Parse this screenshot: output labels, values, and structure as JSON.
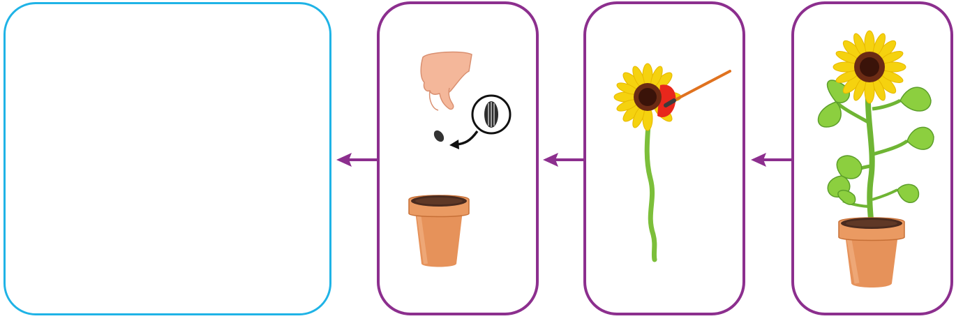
{
  "diagram": {
    "type": "life-cycle-sequence",
    "stages": [
      {
        "icon": "blank-answer-box"
      },
      {
        "icon": "sowing-seed-in-pot-icon"
      },
      {
        "icon": "pollinating-sunflower-with-brush-icon"
      },
      {
        "icon": "grown-sunflower-in-pot-icon"
      }
    ],
    "arrow_direction": "right-to-left",
    "colors": {
      "answer_border": "#1fb3e6",
      "stage_border": "#8c2f8e",
      "arrow": "#8c2f8e",
      "petal": "#f5d20f",
      "leaf": "#8ccf3f",
      "pot": "#e08a4a"
    }
  }
}
